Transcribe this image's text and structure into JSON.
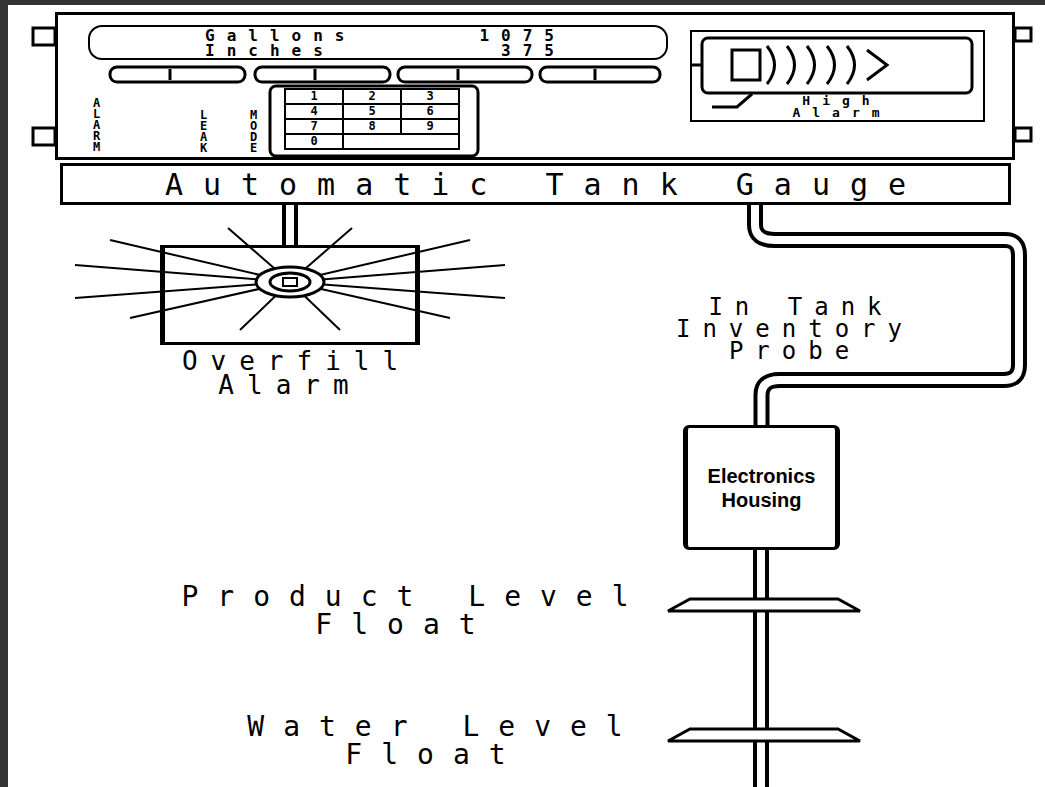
{
  "diagram": {
    "nodes": [
      {
        "text": [
          "Automatic Tank Gauge"
        ]
      },
      {
        "text": [
          "Gallons",
          "1075",
          "Inches",
          "375"
        ],
        "in": 0
      },
      {
        "text": [
          "High Alarm"
        ],
        "in": 0
      },
      {
        "text": [
          "Overfill Alarm"
        ]
      },
      {
        "text": [
          "Electronics Housing"
        ]
      }
    ],
    "edges": [
      {
        "from": 0,
        "to": 3,
        "arrow": "none"
      },
      {
        "from": 0,
        "to": 4,
        "arrow": "none",
        "label": "In Tank Inventory Probe"
      }
    ],
    "labels": [
      "ALARM",
      "LEAK",
      "MODE",
      "1",
      "2",
      "3",
      "4",
      "5",
      "6",
      "7",
      "8",
      "9",
      "0",
      "Product Level Float",
      "Water Level Float"
    ]
  }
}
